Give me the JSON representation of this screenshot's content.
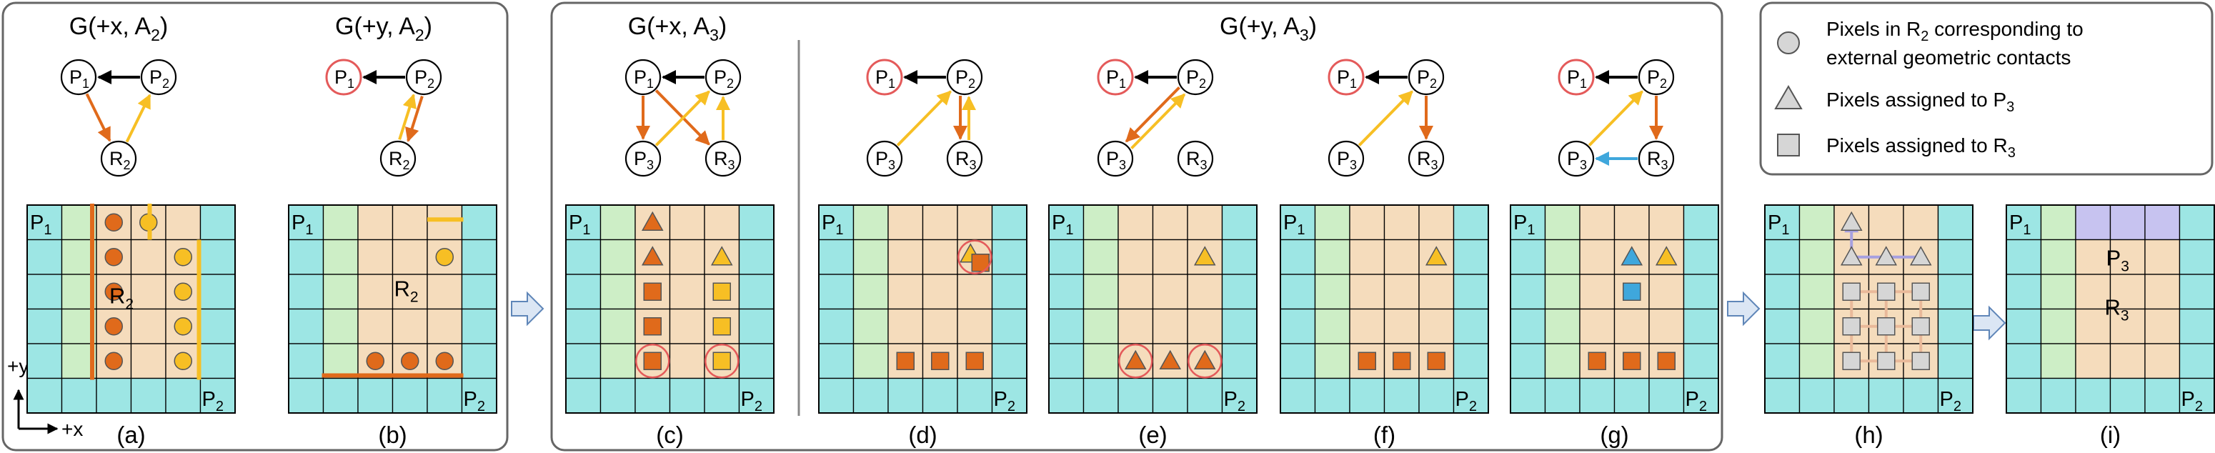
{
  "colors": {
    "teal": "#9de6e4",
    "green": "#cdeec6",
    "tan": "#f5dcbc",
    "purple": "#c7c3f0",
    "orange": "#e06a1b",
    "yellow": "#f7bf24",
    "blue": "#3fa7dc",
    "black": "#000000",
    "red": "#e45a5a",
    "gray_shape": "#d6d6d6",
    "gray_purple": "#a6a0e0",
    "gray_peach": "#e9b99a"
  },
  "group_titles": {
    "a": "G(+x, A",
    "a_sub": "2",
    "b": "G(+y, A",
    "b_sub": "2",
    "c": "G(+x, A",
    "c_sub": "3",
    "dg": "G(+y, A",
    "dg_sub": "3",
    "close": ")"
  },
  "nodes": {
    "p1": "P",
    "p1_sub": "1",
    "p2": "P",
    "p2_sub": "2",
    "p3": "P",
    "p3_sub": "3",
    "r2": "R",
    "r2_sub": "2",
    "r3": "R",
    "r3_sub": "3"
  },
  "grid_labels": {
    "p1": "P",
    "p1_sub": "1",
    "p2": "P",
    "p2_sub": "2",
    "r2": "R",
    "r2_sub": "2",
    "r3": "R",
    "r3_sub": "3",
    "p3": "P",
    "p3_sub": "3"
  },
  "captions": [
    "(a)",
    "(b)",
    "(c)",
    "(d)",
    "(e)",
    "(f)",
    "(g)",
    "(h)",
    "(i)"
  ],
  "axes": {
    "y": "+y",
    "x": "+x"
  },
  "legend": [
    {
      "shape": "circle",
      "text": "Pixels in R",
      "sub": "2",
      "text2": " corresponding to",
      "line2": "external geometric contacts"
    },
    {
      "shape": "triangle",
      "text": "Pixels assigned to P",
      "sub": "3"
    },
    {
      "shape": "square",
      "text": "Pixels assigned to R",
      "sub": "3"
    }
  ]
}
